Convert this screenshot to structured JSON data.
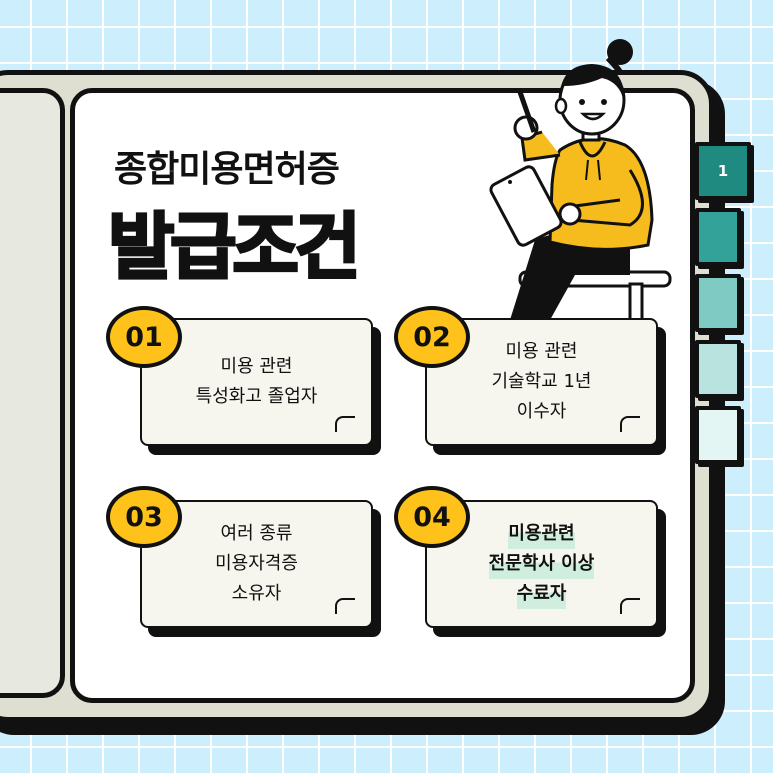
{
  "title": {
    "line1": "종합미용면허증",
    "line2": "발급조건"
  },
  "tabs": [
    {
      "label": "1",
      "color": "#1f8a7f"
    },
    {
      "label": "",
      "color": "#33a39a"
    },
    {
      "label": "",
      "color": "#7fcbc4"
    },
    {
      "label": "",
      "color": "#b8e3df"
    },
    {
      "label": "",
      "color": "#e4f6f4"
    }
  ],
  "conditions": [
    {
      "number": "01",
      "lines": [
        "미용 관련",
        "특성화고 졸업자"
      ]
    },
    {
      "number": "02",
      "lines": [
        "미용 관련",
        "기술학교 1년",
        "이수자"
      ]
    },
    {
      "number": "03",
      "lines": [
        "여러 종류",
        "미용자격증",
        "소유자"
      ]
    },
    {
      "number": "04",
      "lines": [
        "미용관련",
        "전문학사 이상",
        "수료자"
      ]
    }
  ],
  "colors": {
    "background": "#cdeefc",
    "badge": "#ffc21a",
    "card": "#f6f5ee",
    "highlight": "#cfeedd",
    "hoodie": "#f6bb1d"
  }
}
